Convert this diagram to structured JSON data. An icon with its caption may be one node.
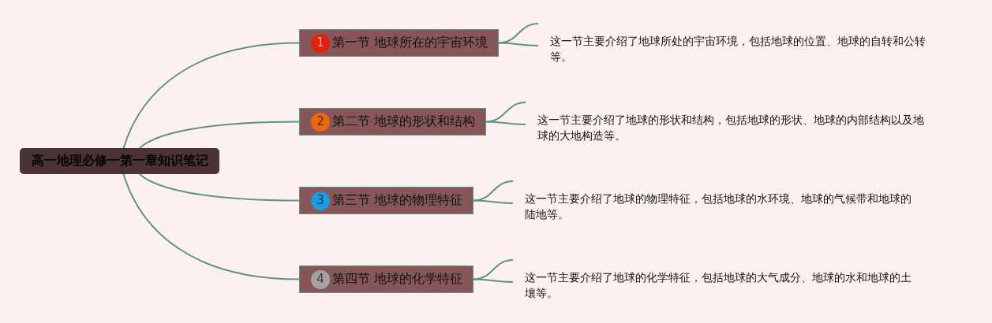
{
  "diagram": {
    "nodes": [
      {
        "text": [
          "高一地理必修一第一章知识笔记"
        ]
      },
      {
        "text": [
          "1",
          "第一节 地球所在的宇宙环境"
        ]
      },
      {
        "text": [
          "这一节主要介绍了地球所处的宇宙环境，包括地球的位置、地球的自转和公转等。"
        ]
      },
      {
        "text": [
          "2",
          "第二节 地球的形状和结构"
        ]
      },
      {
        "text": [
          "这一节主要介绍了地球的形状和结构，包括地球的形状、地球的内部结构以及地球的大地构造等。"
        ]
      },
      {
        "text": [
          "3",
          "第三节 地球的物理特征"
        ]
      },
      {
        "text": [
          "这一节主要介绍了地球的物理特征，包括地球的水环境、地球的气候带和地球的陆地等。"
        ]
      },
      {
        "text": [
          "4",
          "第四节 地球的化学特征"
        ]
      },
      {
        "text": [
          "这一节主要介绍了地球的化学特征，包括地球的大气成分、地球的水和地球的土壤等。"
        ]
      }
    ],
    "edges": [
      {
        "from": 0,
        "to": 1,
        "arrow": "none"
      },
      {
        "from": 1,
        "to": 2,
        "arrow": "none"
      },
      {
        "from": 1,
        "to": 2,
        "arrow": "none"
      },
      {
        "from": 0,
        "to": 3,
        "arrow": "none"
      },
      {
        "from": 3,
        "to": 4,
        "arrow": "none"
      },
      {
        "from": 3,
        "to": 4,
        "arrow": "none"
      },
      {
        "from": 0,
        "to": 5,
        "arrow": "none"
      },
      {
        "from": 5,
        "to": 6,
        "arrow": "none"
      },
      {
        "from": 5,
        "to": 6,
        "arrow": "none"
      },
      {
        "from": 0,
        "to": 7,
        "arrow": "none"
      },
      {
        "from": 7,
        "to": 8,
        "arrow": "none"
      },
      {
        "from": 7,
        "to": 8,
        "arrow": "none"
      }
    ]
  }
}
